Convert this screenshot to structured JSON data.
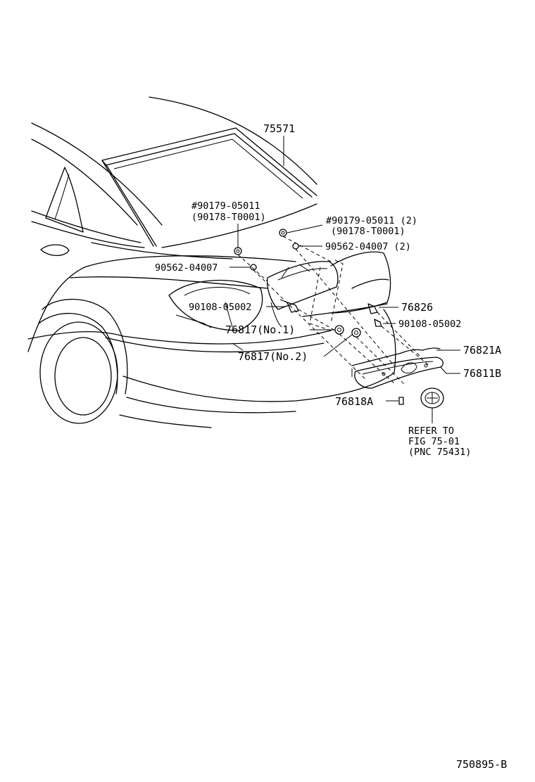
{
  "labels": {
    "p75571": "75571",
    "p90179_a": "#90179-05011",
    "p90178_a": "(90178-T0001)",
    "p90179_b": "#90179-05011 (2)",
    "p90178_b": "(90178-T0001)",
    "p90562_b": "90562-04007 (2)",
    "p90562_a": "90562-04007",
    "p90108_a": "90108-05002",
    "p76826": "76826",
    "p90108_b": "90108-05002",
    "p76817_no1": "76817(No.1)",
    "p76817_no2": "76817(No.2)",
    "p76821a": "76821A",
    "p76811b": "76811B",
    "p76818a": "76818A",
    "refer_line1": "REFER TO",
    "refer_line2": "FIG 75-01",
    "refer_line3": "(PNC 75431)",
    "figure_id": "750895-B"
  },
  "icons": [
    "car-rear-outline",
    "rear-window-molding",
    "bolt",
    "nut",
    "clip",
    "garnish-plate",
    "emblem"
  ]
}
